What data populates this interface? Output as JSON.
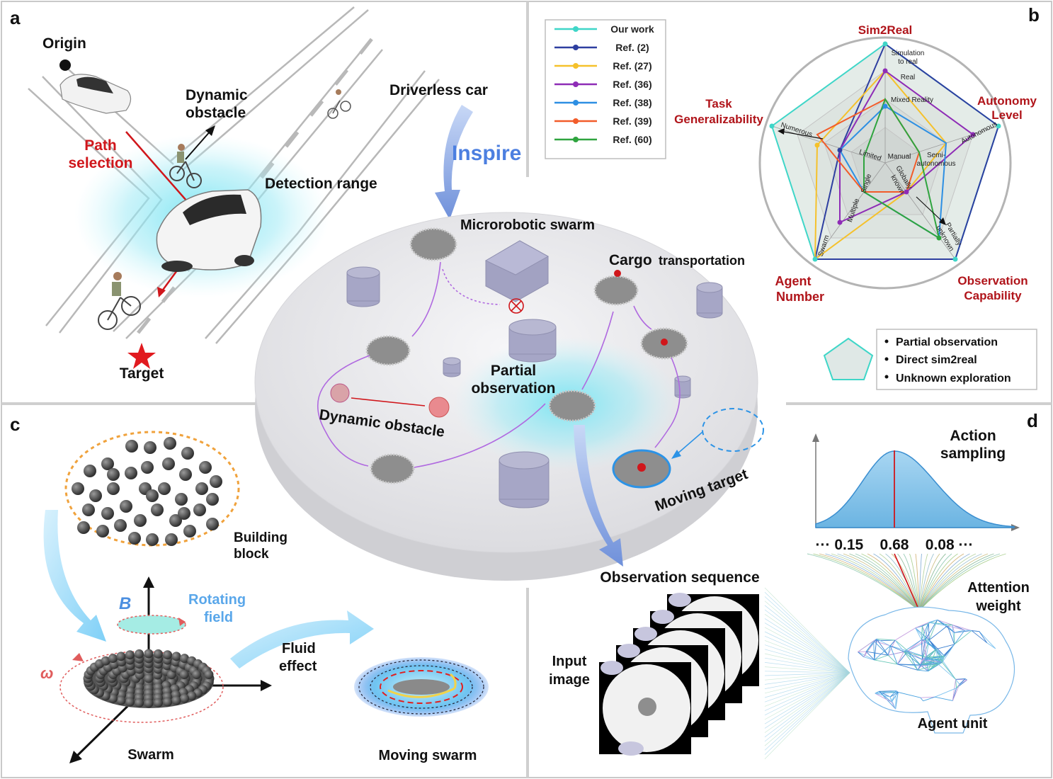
{
  "panels": {
    "a": "a",
    "b": "b",
    "c": "c",
    "d": "d"
  },
  "panel_a": {
    "origin": "Origin",
    "dynamic_obstacle_1": "Dynamic",
    "dynamic_obstacle_2": "obstacle",
    "path_selection_1": "Path",
    "path_selection_2": "selection",
    "detection_range": "Detection range",
    "target": "Target",
    "driverless_car": "Driverless car",
    "inspire": "Inspire"
  },
  "center": {
    "microrobotic_swarm": "Microrobotic swarm",
    "cargo": "Cargo",
    "transportation": "transportation",
    "partial_observation_1": "Partial",
    "partial_observation_2": "observation",
    "dynamic_obstacle": "Dynamic obstacle",
    "moving_target": "Moving target"
  },
  "panel_b": {
    "legend": [
      {
        "label": "Our work",
        "color": "#3fd6c8"
      },
      {
        "label": "Ref. (2)",
        "color": "#2e3fa0"
      },
      {
        "label": "Ref. (27)",
        "color": "#f5c12b"
      },
      {
        "label": "Ref. (36)",
        "color": "#8e2cb6"
      },
      {
        "label": "Ref. (38)",
        "color": "#2d8fe3"
      },
      {
        "label": "Ref. (39)",
        "color": "#f25c2a"
      },
      {
        "label": "Ref. (60)",
        "color": "#2fa43f"
      }
    ],
    "axes": [
      {
        "name": "Sim2Real",
        "line1": "Sim2Real",
        "line2": ""
      },
      {
        "name": "Autonomy Level",
        "line1": "Autonomy",
        "line2": "Level"
      },
      {
        "name": "Observation Capability",
        "line1": "Observation",
        "line2": "Capability"
      },
      {
        "name": "Agent Number",
        "line1": "Agent",
        "line2": "Number"
      },
      {
        "name": "Task Generalizability",
        "line1": "Task",
        "line2": "Generalizability"
      }
    ],
    "ticks": {
      "sim2real": [
        "Simulation",
        "to real",
        "Real",
        "Mixed Reality"
      ],
      "autonomy": [
        "Autonomous",
        "Semi-",
        "autonomous",
        "Manual"
      ],
      "observation": [
        "Partially",
        "unknown",
        "Globally",
        "known"
      ],
      "agent": [
        "Swarm",
        "Multiple",
        "Single"
      ],
      "task": [
        "Numerous",
        "Limited"
      ]
    },
    "box": [
      "Partial observation",
      "Direct sim2real",
      "Unknown exploration"
    ]
  },
  "panel_c": {
    "building_block_1": "Building",
    "building_block_2": "block",
    "b_symbol": "B",
    "rotating_field_1": "Rotating",
    "rotating_field_2": "field",
    "omega": "ω",
    "fluid_effect_1": "Fluid",
    "fluid_effect_2": "effect",
    "swarm": "Swarm",
    "moving_swarm": "Moving swarm"
  },
  "panel_d": {
    "action_sampling_1": "Action",
    "action_sampling_2": "sampling",
    "values": "··· 0.15    0.68    0.08 ···",
    "observation_sequence": "Observation sequence",
    "input_image_1": "Input",
    "input_image_2": "image",
    "attention_weight_1": "Attention",
    "attention_weight_2": "weight",
    "agent_unit": "Agent unit"
  },
  "colors": {
    "accent_teal": "#38d4ea",
    "red": "#d0161b",
    "purple": "#b06ae0",
    "blue_arrow": "#7ea0e0"
  }
}
